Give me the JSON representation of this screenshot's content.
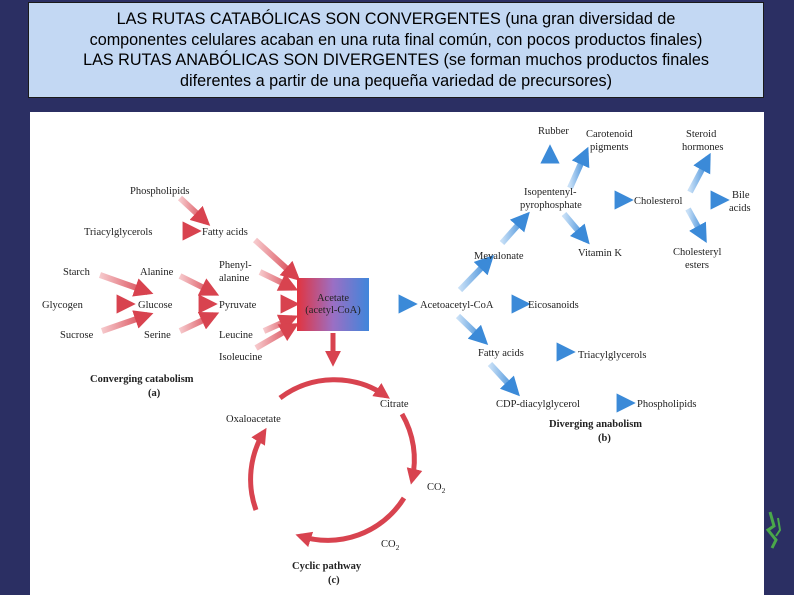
{
  "title": {
    "line1": "LAS RUTAS CATABÓLICAS SON CONVERGENTES (una gran diversidad de",
    "line2": "componentes celulares acaban en una ruta final común, con pocos productos finales)",
    "line3": "LAS RUTAS ANABÓLICAS SON DIVERGENTES (se forman muchos productos finales",
    "line4": "diferentes a partir de una pequeña variedad de precursores)"
  },
  "diagram": {
    "catabolism": {
      "phospholipids": "Phospholipids",
      "triacylglycerols": "Triacylglycerols",
      "fatty_acids": "Fatty acids",
      "starch": "Starch",
      "alanine": "Alanine",
      "phenylalanine_1": "Phenyl-",
      "phenylalanine_2": "alanine",
      "glycogen": "Glycogen",
      "glucose": "Glucose",
      "pyruvate": "Pyruvate",
      "sucrose": "Sucrose",
      "serine": "Serine",
      "leucine": "Leucine",
      "isoleucine": "Isoleucine",
      "caption": "Converging catabolism",
      "caption_letter": "(a)"
    },
    "hub": {
      "line1": "Acetate",
      "line2": "(acetyl-CoA)"
    },
    "anabolism": {
      "acetoacetyl_coa": "Acetoacetyl-CoA",
      "mevalonate": "Mevalonate",
      "isopentenyl_1": "Isopentenyl-",
      "isopentenyl_2": "pyrophosphate",
      "rubber": "Rubber",
      "carotenoid_1": "Carotenoid",
      "carotenoid_2": "pigments",
      "steroid_1": "Steroid",
      "steroid_2": "hormones",
      "cholesterol": "Cholesterol",
      "bile_1": "Bile",
      "bile_2": "acids",
      "vitamin_k": "Vitamin K",
      "chol_esters_1": "Cholesteryl",
      "chol_esters_2": "esters",
      "eicosanoids": "Eicosanoids",
      "fatty_acids": "Fatty acids",
      "triacylglycerols": "Triacylglycerols",
      "cdp_diacylglycerol": "CDP-diacylglycerol",
      "phospholipids": "Phospholipids",
      "caption": "Diverging anabolism",
      "caption_letter": "(b)"
    },
    "cycle": {
      "citrate": "Citrate",
      "oxaloacetate": "Oxaloacetate",
      "co2_a": "CO",
      "co2_a_sub": "2",
      "co2_b": "CO",
      "co2_b_sub": "2",
      "caption": "Cyclic pathway",
      "caption_letter": "(c)"
    }
  },
  "colors": {
    "background": "#2b2f63",
    "title_box": "#c3d8f3",
    "catabolic_red": "#d8434f",
    "anabolic_blue": "#3b8ad8",
    "cycle_red": "#d8434f"
  }
}
